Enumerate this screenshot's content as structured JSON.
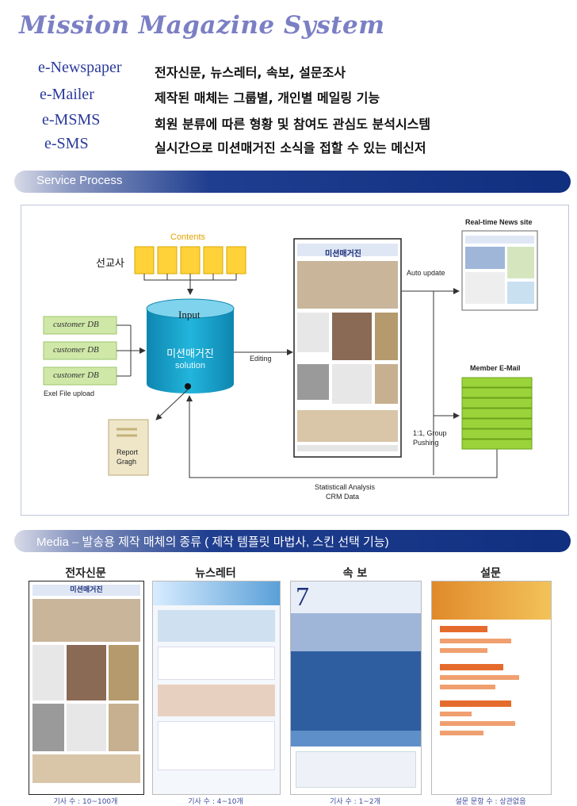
{
  "header": {
    "title": "Mission Magazine System"
  },
  "services": [
    {
      "label": "e-Newspaper",
      "desc": "전자신문, 뉴스레터, 속보, 설문조사"
    },
    {
      "label": "e-Mailer",
      "desc": "제작된 매체는 그룹별, 개인별 메일링 기능"
    },
    {
      "label": "e-MSMS",
      "desc": "회원 분류에 따른 형황 및 참여도 관심도 분석시스템"
    },
    {
      "label": "e-SMS",
      "desc": "실시간으로 미션매거진 소식을 접할 수 있는 메신저"
    }
  ],
  "process": {
    "section_title": "Service Process",
    "contents_label": "Contents",
    "missionary_label": "선교사",
    "input_label": "Input",
    "db_label_main": "미션매거진",
    "db_label_sub": "solution",
    "customer_db": [
      "customer DB",
      "customer DB",
      "customer DB"
    ],
    "excel_label": "Exel File upload",
    "report_label_1": "Report",
    "report_label_2": "Gragh",
    "editing_label": "Editing",
    "auto_update_label": "Auto update",
    "realtime_label": "Real-time News site",
    "member_email_label": "Member E-Mail",
    "pushing_label_1": "1:1, Group",
    "pushing_label_2": "Pushing",
    "stats_label_1": "Statisticall Analysis",
    "stats_label_2": "CRM Data",
    "newspaper_masthead": "미션매거진"
  },
  "media": {
    "section_title": "Media  – 발송용 제작 매체의 종류 ( 제작 템플릿 마법사, 스킨 선택 기능)",
    "items": [
      {
        "title": "전자신문",
        "count": "기사 수 : 10~100개",
        "masthead": "미션매거진"
      },
      {
        "title": "뉴스레터",
        "count": "기사 수 : 4~10개"
      },
      {
        "title": "속 보",
        "count": "기사 수 : 1~2개",
        "big_number": "7"
      },
      {
        "title": "설문",
        "count": "설문 문항 수 : 상관없음"
      }
    ]
  },
  "colors": {
    "title": "#7b7fc4",
    "bar_dark": "#102f7f",
    "db_cylinder": "#12a0c8",
    "customer_db_fill": "#cfe8a8",
    "contents_fill": "#ffd23a",
    "email_stack": "#9bd43a"
  }
}
